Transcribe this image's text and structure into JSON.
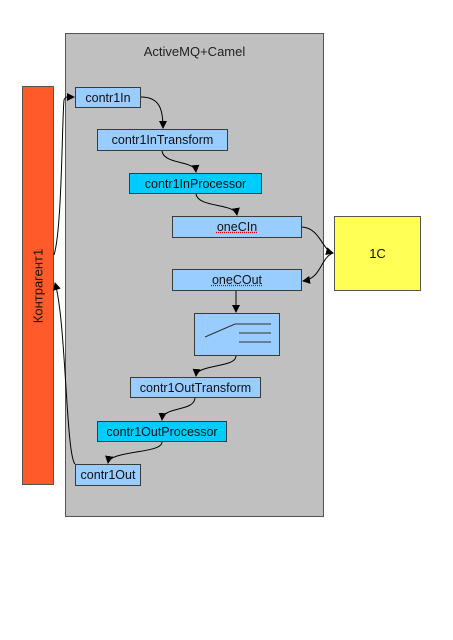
{
  "container": {
    "title": "ActiveMQ+Camel"
  },
  "partner": {
    "label": "Контрагент1"
  },
  "external": {
    "label": "1C"
  },
  "nodes": {
    "contr1In": "contr1In",
    "contr1InTransform": "contr1InTransform",
    "contr1InProcessor": "contr1InProcessor",
    "oneCIn": "oneCIn",
    "oneCOut": "oneCOut",
    "contr1OutTransform": "contr1OutTransform",
    "contr1OutProcessor": "contr1OutProcessor",
    "contr1Out": "contr1Out"
  },
  "colors": {
    "container": "#c0c0c0",
    "queue": "#99ccff",
    "processor": "#00ccff",
    "partner": "#ff5a2a",
    "external": "#ffff55"
  },
  "router_icon": "switch-router-icon"
}
